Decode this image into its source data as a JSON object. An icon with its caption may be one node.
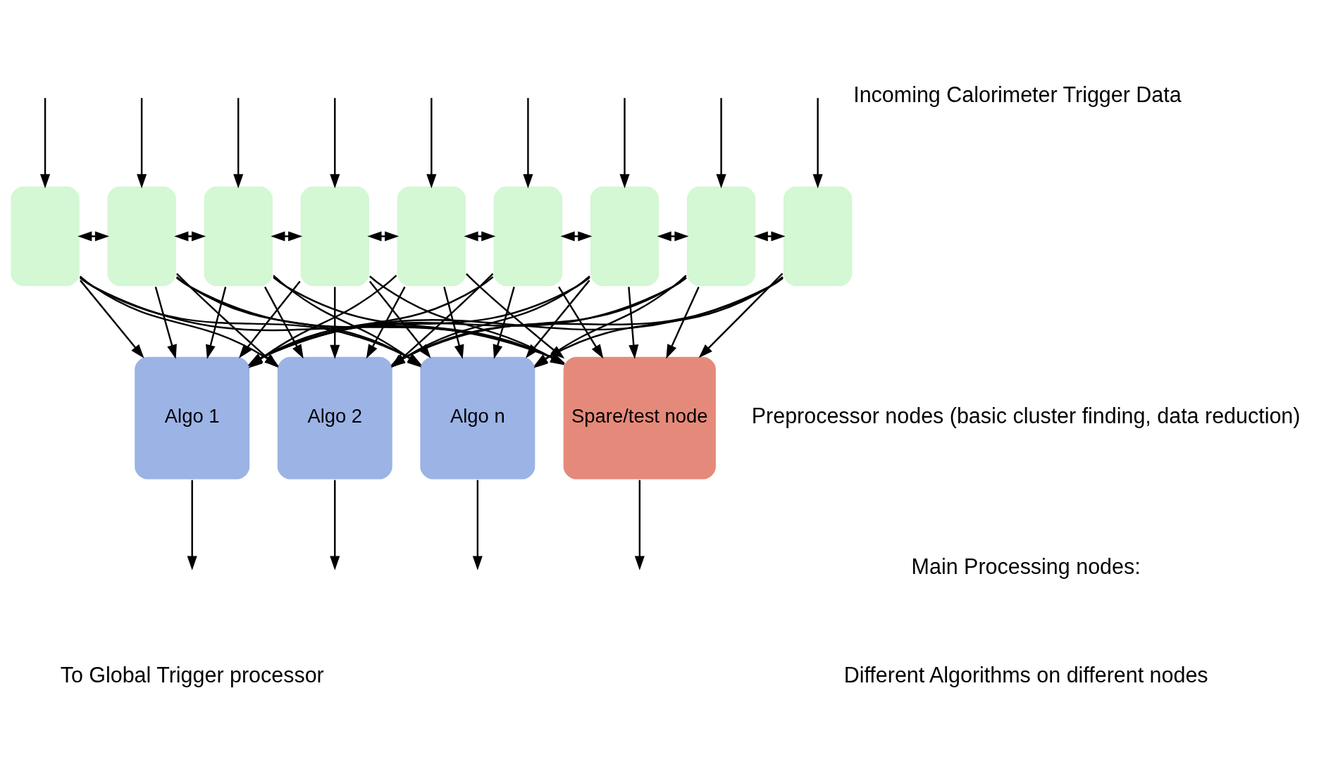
{
  "diagram": {
    "nodes": [
      {
        "text": [],
        "shape": "box"
      },
      {
        "text": [],
        "shape": "box"
      },
      {
        "text": [],
        "shape": "box"
      },
      {
        "text": [],
        "shape": "box"
      },
      {
        "text": [],
        "shape": "box"
      },
      {
        "text": [],
        "shape": "box"
      },
      {
        "text": [],
        "shape": "box"
      },
      {
        "text": [],
        "shape": "box"
      },
      {
        "text": [],
        "shape": "box"
      },
      {
        "text": [
          "Algo 1"
        ]
      },
      {
        "text": [
          "Algo 2"
        ]
      },
      {
        "text": [
          "Algo n"
        ]
      },
      {
        "text": [
          "Spare/test node"
        ]
      }
    ],
    "edges": [
      {
        "from": null,
        "to": 0,
        "arrow": "to"
      },
      {
        "from": null,
        "to": 1,
        "arrow": "to"
      },
      {
        "from": null,
        "to": 2,
        "arrow": "to"
      },
      {
        "from": null,
        "to": 3,
        "arrow": "to"
      },
      {
        "from": null,
        "to": 4,
        "arrow": "to"
      },
      {
        "from": null,
        "to": 5,
        "arrow": "to"
      },
      {
        "from": null,
        "to": 6,
        "arrow": "to"
      },
      {
        "from": null,
        "to": 7,
        "arrow": "to"
      },
      {
        "from": null,
        "to": 8,
        "arrow": "to"
      },
      {
        "from": 0,
        "to": 1,
        "arrow": "both"
      },
      {
        "from": 1,
        "to": 2,
        "arrow": "both"
      },
      {
        "from": 2,
        "to": 3,
        "arrow": "both"
      },
      {
        "from": 3,
        "to": 4,
        "arrow": "both"
      },
      {
        "from": 4,
        "to": 5,
        "arrow": "both"
      },
      {
        "from": 5,
        "to": 6,
        "arrow": "both",
        "style": "dashed"
      },
      {
        "from": 6,
        "to": 7,
        "arrow": "both"
      },
      {
        "from": 7,
        "to": 8,
        "arrow": "both"
      },
      {
        "from": 0,
        "to": 9,
        "arrow": "to"
      },
      {
        "from": 0,
        "to": 10,
        "arrow": "to"
      },
      {
        "from": 0,
        "to": 11,
        "arrow": "to"
      },
      {
        "from": 0,
        "to": 12,
        "arrow": "to"
      },
      {
        "from": 1,
        "to": 9,
        "arrow": "to"
      },
      {
        "from": 1,
        "to": 10,
        "arrow": "to"
      },
      {
        "from": 1,
        "to": 11,
        "arrow": "to"
      },
      {
        "from": 1,
        "to": 12,
        "arrow": "to"
      },
      {
        "from": 2,
        "to": 9,
        "arrow": "to"
      },
      {
        "from": 2,
        "to": 10,
        "arrow": "to"
      },
      {
        "from": 2,
        "to": 11,
        "arrow": "to"
      },
      {
        "from": 2,
        "to": 12,
        "arrow": "to"
      },
      {
        "from": 3,
        "to": 9,
        "arrow": "to"
      },
      {
        "from": 3,
        "to": 10,
        "arrow": "to"
      },
      {
        "from": 3,
        "to": 11,
        "arrow": "to"
      },
      {
        "from": 3,
        "to": 12,
        "arrow": "to"
      },
      {
        "from": 4,
        "to": 9,
        "arrow": "to"
      },
      {
        "from": 4,
        "to": 10,
        "arrow": "to"
      },
      {
        "from": 4,
        "to": 11,
        "arrow": "to"
      },
      {
        "from": 4,
        "to": 12,
        "arrow": "to"
      },
      {
        "from": 5,
        "to": 9,
        "arrow": "to"
      },
      {
        "from": 5,
        "to": 10,
        "arrow": "to"
      },
      {
        "from": 5,
        "to": 11,
        "arrow": "to"
      },
      {
        "from": 5,
        "to": 12,
        "arrow": "to"
      },
      {
        "from": 6,
        "to": 9,
        "arrow": "to"
      },
      {
        "from": 6,
        "to": 10,
        "arrow": "to"
      },
      {
        "from": 6,
        "to": 11,
        "arrow": "to"
      },
      {
        "from": 6,
        "to": 12,
        "arrow": "to"
      },
      {
        "from": 7,
        "to": 9,
        "arrow": "to"
      },
      {
        "from": 7,
        "to": 10,
        "arrow": "to"
      },
      {
        "from": 7,
        "to": 11,
        "arrow": "to"
      },
      {
        "from": 7,
        "to": 12,
        "arrow": "to"
      },
      {
        "from": 8,
        "to": 9,
        "arrow": "to"
      },
      {
        "from": 8,
        "to": 10,
        "arrow": "to"
      },
      {
        "from": 8,
        "to": 11,
        "arrow": "to"
      },
      {
        "from": 8,
        "to": 12,
        "arrow": "to"
      },
      {
        "from": 9,
        "to": null,
        "arrow": "to"
      },
      {
        "from": 10,
        "to": null,
        "arrow": "to"
      },
      {
        "from": 11,
        "to": null,
        "arrow": "to"
      },
      {
        "from": 12,
        "to": null,
        "arrow": "to"
      }
    ],
    "labels": [
      "Incoming Calorimeter Trigger Data",
      "Preprocessor nodes (basic cluster finding, data reduction)",
      "Main Processing nodes:",
      "Different Algorithms on different nodes",
      "To Global Trigger processor"
    ]
  }
}
